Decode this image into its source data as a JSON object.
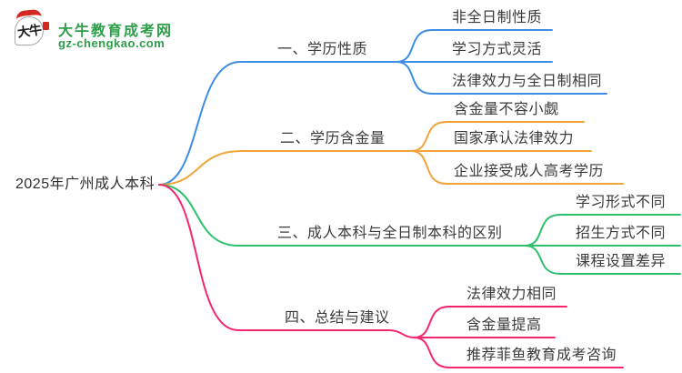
{
  "logo": {
    "icon_text": "大牛",
    "site_name": "大牛教育成考网",
    "site_domain": "gz-chengkao.com"
  },
  "colors": {
    "blue": "#3d8de5",
    "orange": "#f0a43a",
    "green": "#2cc06c",
    "pink": "#f5266e",
    "text": "#3b3b3b",
    "logo_green": "#2e9e4a",
    "logo_red": "#d5281e"
  },
  "root": {
    "label": "2025年广州成人本科"
  },
  "branches": [
    {
      "label": "一、学历性质",
      "color": "#3d8de5",
      "children": [
        "非全日制性质",
        "学习方式灵活",
        "法律效力与全日制相同"
      ]
    },
    {
      "label": "二、学历含金量",
      "color": "#f0a43a",
      "children": [
        "含金量不容小觑",
        "国家承认法律效力",
        "企业接受成人高考学历"
      ]
    },
    {
      "label": "三、成人本科与全日制本科的区别",
      "color": "#2cc06c",
      "children": [
        "学习形式不同",
        "招生方式不同",
        "课程设置差异"
      ]
    },
    {
      "label": "四、总结与建议",
      "color": "#f5266e",
      "children": [
        "法律效力相同",
        "含金量提高",
        "推荐菲鱼教育成考咨询"
      ]
    }
  ]
}
